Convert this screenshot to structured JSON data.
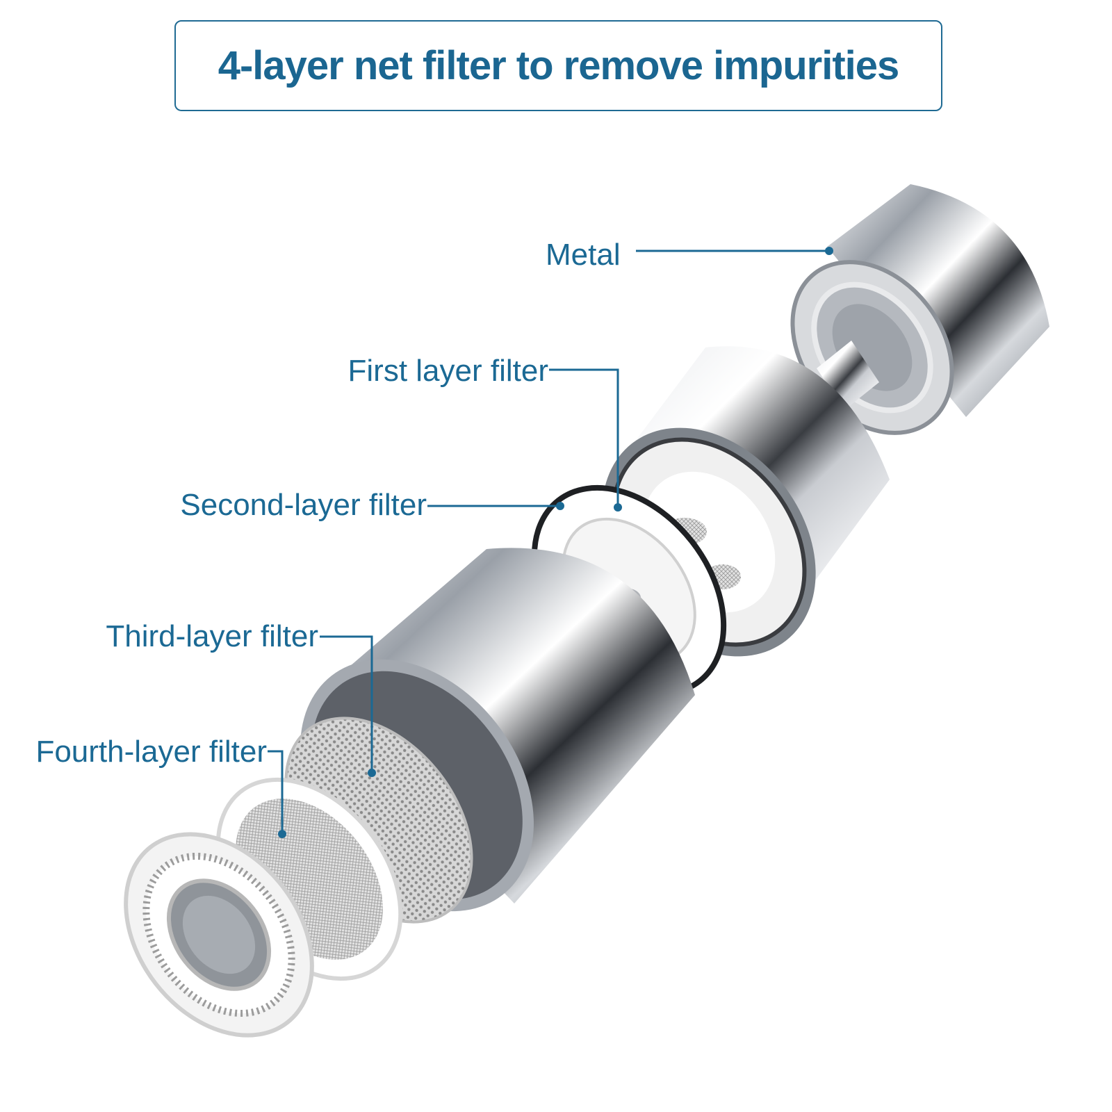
{
  "title": "4-layer net filter to remove impurities",
  "colors": {
    "accent": "#1b6994",
    "metal": "#b8bcc2",
    "ring": "#e8e8e8"
  },
  "callouts": {
    "metal": "Metal",
    "first": "First layer filter",
    "second": "Second-layer filter",
    "third": "Third-layer filter",
    "fourth": "Fourth-layer filter"
  }
}
